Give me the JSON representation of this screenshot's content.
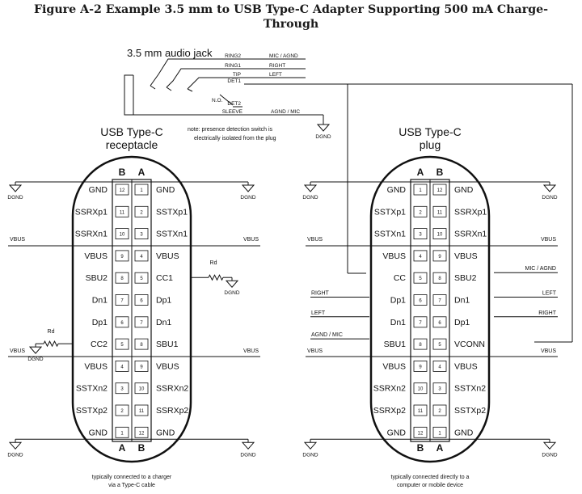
{
  "title": {
    "line1": "Figure A-2  Example 3.5 mm to USB Type-C Adapter Supporting 500 mA Charge-",
    "line2": "Through"
  },
  "audio_jack": {
    "label": "3.5 mm audio jack",
    "contacts": [
      {
        "name": "RING2",
        "signal": "MIC / AGND"
      },
      {
        "name": "RING1",
        "signal": "RIGHT"
      },
      {
        "name": "TIP",
        "signal": "LEFT"
      },
      {
        "name": "DET1",
        "signal": ""
      },
      {
        "name": "DET2",
        "signal": ""
      },
      {
        "name": "SLEEVE",
        "signal": "AGND / MIC"
      }
    ],
    "switch_label": "N.O.",
    "note": [
      "note:  presence detection switch is",
      "electrically isolated from the plug"
    ]
  },
  "ground_label": "DGND",
  "vbus_label": "VBUS",
  "receptacle": {
    "title": [
      "USB Type-C",
      "receptacle"
    ],
    "col_left_header": "B",
    "col_right_header": "A",
    "rows": [
      {
        "left": "GND",
        "left_pin": "12",
        "right_pin": "1",
        "right": "GND"
      },
      {
        "left": "SSRXp1",
        "left_pin": "11",
        "right_pin": "2",
        "right": "SSTXp1"
      },
      {
        "left": "SSRXn1",
        "left_pin": "10",
        "right_pin": "3",
        "right": "SSTXn1"
      },
      {
        "left": "VBUS",
        "left_pin": "9",
        "right_pin": "4",
        "right": "VBUS"
      },
      {
        "left": "SBU2",
        "left_pin": "8",
        "right_pin": "5",
        "right": "CC1"
      },
      {
        "left": "Dn1",
        "left_pin": "7",
        "right_pin": "6",
        "right": "Dp1"
      },
      {
        "left": "Dp1",
        "left_pin": "6",
        "right_pin": "7",
        "right": "Dn1"
      },
      {
        "left": "CC2",
        "left_pin": "5",
        "right_pin": "8",
        "right": "SBU1"
      },
      {
        "left": "VBUS",
        "left_pin": "4",
        "right_pin": "9",
        "right": "VBUS"
      },
      {
        "left": "SSTXn2",
        "left_pin": "3",
        "right_pin": "10",
        "right": "SSRXn2"
      },
      {
        "left": "SSTXp2",
        "left_pin": "2",
        "right_pin": "11",
        "right": "SSRXp2"
      },
      {
        "left": "GND",
        "left_pin": "1",
        "right_pin": "12",
        "right": "GND"
      }
    ],
    "resistor_label": "Rd",
    "caption": [
      "typically connected to a charger",
      "via a Type-C cable"
    ]
  },
  "plug": {
    "title": [
      "USB Type-C",
      "plug"
    ],
    "col_left_header": "A",
    "col_right_header": "B",
    "rows": [
      {
        "left": "GND",
        "left_pin": "1",
        "right_pin": "12",
        "right": "GND"
      },
      {
        "left": "SSTXp1",
        "left_pin": "2",
        "right_pin": "11",
        "right": "SSRXp1"
      },
      {
        "left": "SSTXn1",
        "left_pin": "3",
        "right_pin": "10",
        "right": "SSRXn1"
      },
      {
        "left": "VBUS",
        "left_pin": "4",
        "right_pin": "9",
        "right": "VBUS"
      },
      {
        "left": "CC",
        "left_pin": "5",
        "right_pin": "8",
        "right": "SBU2"
      },
      {
        "left": "Dp1",
        "left_pin": "6",
        "right_pin": "7",
        "right": "Dn1"
      },
      {
        "left": "Dn1",
        "left_pin": "7",
        "right_pin": "6",
        "right": "Dp1"
      },
      {
        "left": "SBU1",
        "left_pin": "8",
        "right_pin": "5",
        "right": "VCONN"
      },
      {
        "left": "VBUS",
        "left_pin": "9",
        "right_pin": "4",
        "right": "VBUS"
      },
      {
        "left": "SSRXn2",
        "left_pin": "10",
        "right_pin": "3",
        "right": "SSTXn2"
      },
      {
        "left": "SSRXp2",
        "left_pin": "11",
        "right_pin": "2",
        "right": "SSTXp2"
      },
      {
        "left": "GND",
        "left_pin": "12",
        "right_pin": "1",
        "right": "GND"
      }
    ],
    "signals": {
      "mic_agnd": "MIC / AGND",
      "right_left_side": "RIGHT",
      "left_right_side": "LEFT",
      "left_left_side": "LEFT",
      "right_right_side": "RIGHT",
      "agnd_mic": "AGND / MIC"
    },
    "caption": [
      "typically connected directly to a",
      "computer or mobile device"
    ]
  }
}
